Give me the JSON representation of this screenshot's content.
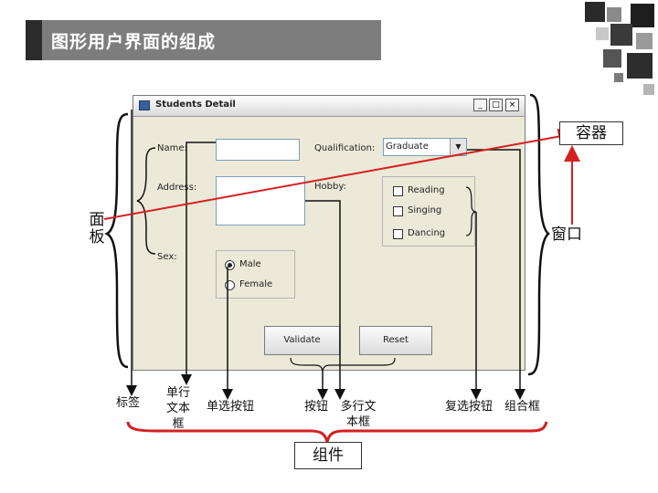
{
  "title": "图形用户界面的组成",
  "window": {
    "title": "Students Detail",
    "buttons": {
      "minimize": "_",
      "maximize": "□",
      "close": "×"
    },
    "labels": {
      "name": "Name:",
      "address": "Address:",
      "sex": "Sex:",
      "qualification": "Qualification:",
      "hobby": "Hobby:"
    },
    "qualification_value": "Graduate",
    "hobbies": [
      "Reading",
      "Singing",
      "Dancing"
    ],
    "sex_options": [
      "Male",
      "Female"
    ],
    "sex_selected": "Male",
    "action_buttons": [
      "Validate",
      "Reset"
    ]
  },
  "annotations": {
    "container": "容器",
    "window": "窗口",
    "panel": "面板",
    "label": "标签",
    "textfield": "单行文本框",
    "radio": "单选按钮",
    "button": "按钮",
    "textarea": "多行文本框",
    "checkbox": "复选按钮",
    "combo": "组合框",
    "components": "组件"
  },
  "colors": {
    "title_banner": "#7d7d7d",
    "arrow_red": "#d42020",
    "window_bg": "#ece9d8"
  }
}
